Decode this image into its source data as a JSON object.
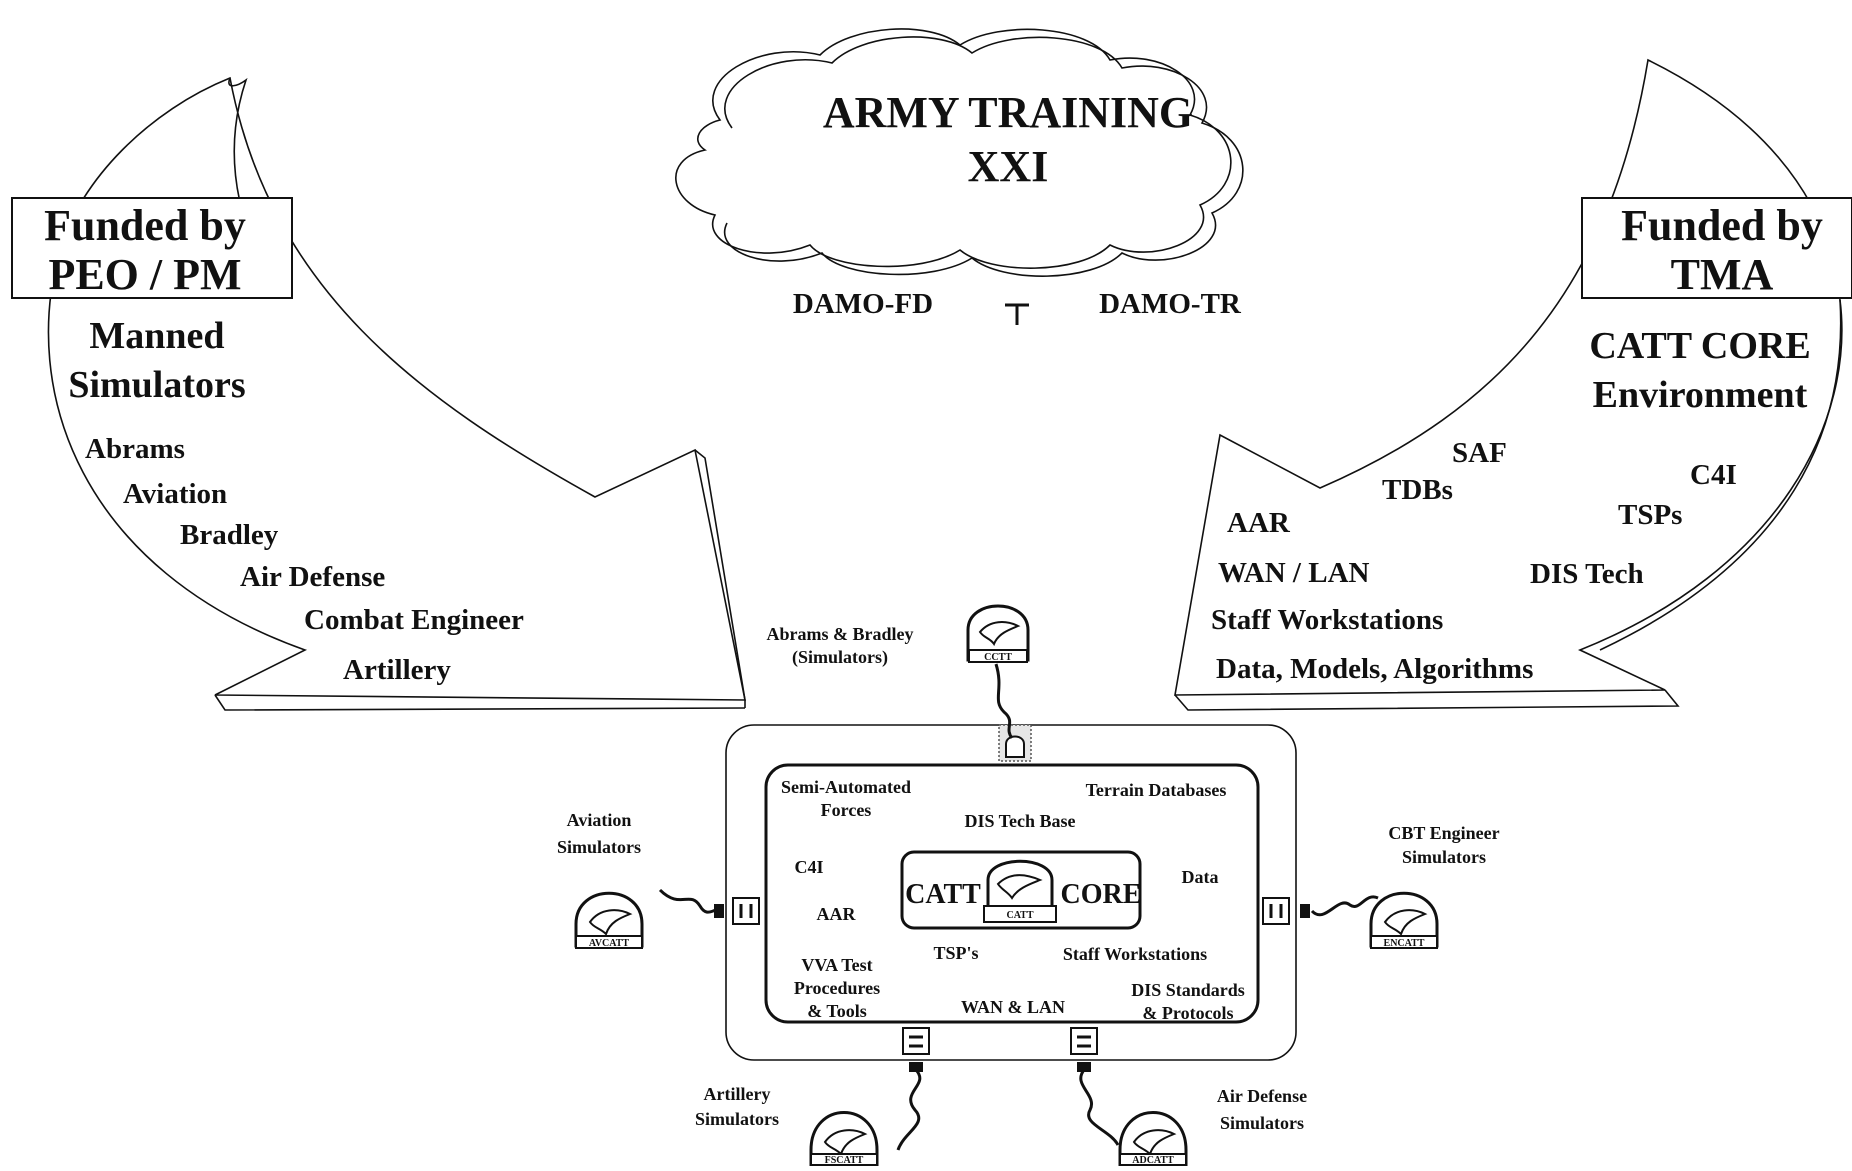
{
  "cloud": {
    "line1": "ARMY TRAINING",
    "line2": "XXI"
  },
  "offices": {
    "left": "DAMO-FD",
    "plus": "+",
    "right": "DAMO-TR"
  },
  "left_arrow": {
    "funded_line1": "Funded by",
    "funded_line2": "PEO / PM",
    "heading_line1": "Manned",
    "heading_line2": "Simulators",
    "items": [
      "Abrams",
      "Aviation",
      "Bradley",
      "Air Defense",
      "Combat Engineer",
      "Artillery"
    ]
  },
  "right_arrow": {
    "funded_line1": "Funded by",
    "funded_line2": "TMA",
    "heading_line1": "CATT CORE",
    "heading_line2": "Environment",
    "items": [
      "SAF",
      "C4I",
      "TDBs",
      "TSPs",
      "AAR",
      "WAN / LAN",
      "DIS Tech",
      "Staff Workstations",
      "Data, Models, Algorithms"
    ]
  },
  "core_box": {
    "left_label": "CATT",
    "right_label": "CORE",
    "logo_label": "CATT",
    "components": {
      "saf_line1": "Semi-Automated",
      "saf_line2": "Forces",
      "terrain": "Terrain Databases",
      "dis_tech_base": "DIS Tech Base",
      "c4i": "C4I",
      "data": "Data",
      "aar": "AAR",
      "tsps": "TSP's",
      "staff": "Staff Workstations",
      "vva_line1": "VVA Test",
      "vva_line2": "Procedures",
      "vva_line3": "& Tools",
      "wan_lan": "WAN & LAN",
      "dis_std_line1": "DIS Standards",
      "dis_std_line2": "& Protocols"
    }
  },
  "simulators": {
    "top": {
      "line1": "Abrams & Bradley",
      "line2": "(Simulators)",
      "badge": "CCTT"
    },
    "left": {
      "line1": "Aviation",
      "line2": "Simulators",
      "badge": "AVCATT"
    },
    "right": {
      "line1": "CBT Engineer",
      "line2": "Simulators",
      "badge": "ENCATT"
    },
    "bottom_left": {
      "line1": "Artillery",
      "line2": "Simulators",
      "badge": "FSCATT"
    },
    "bottom_right": {
      "line1": "Air Defense",
      "line2": "Simulators",
      "badge": "ADCATT"
    }
  }
}
